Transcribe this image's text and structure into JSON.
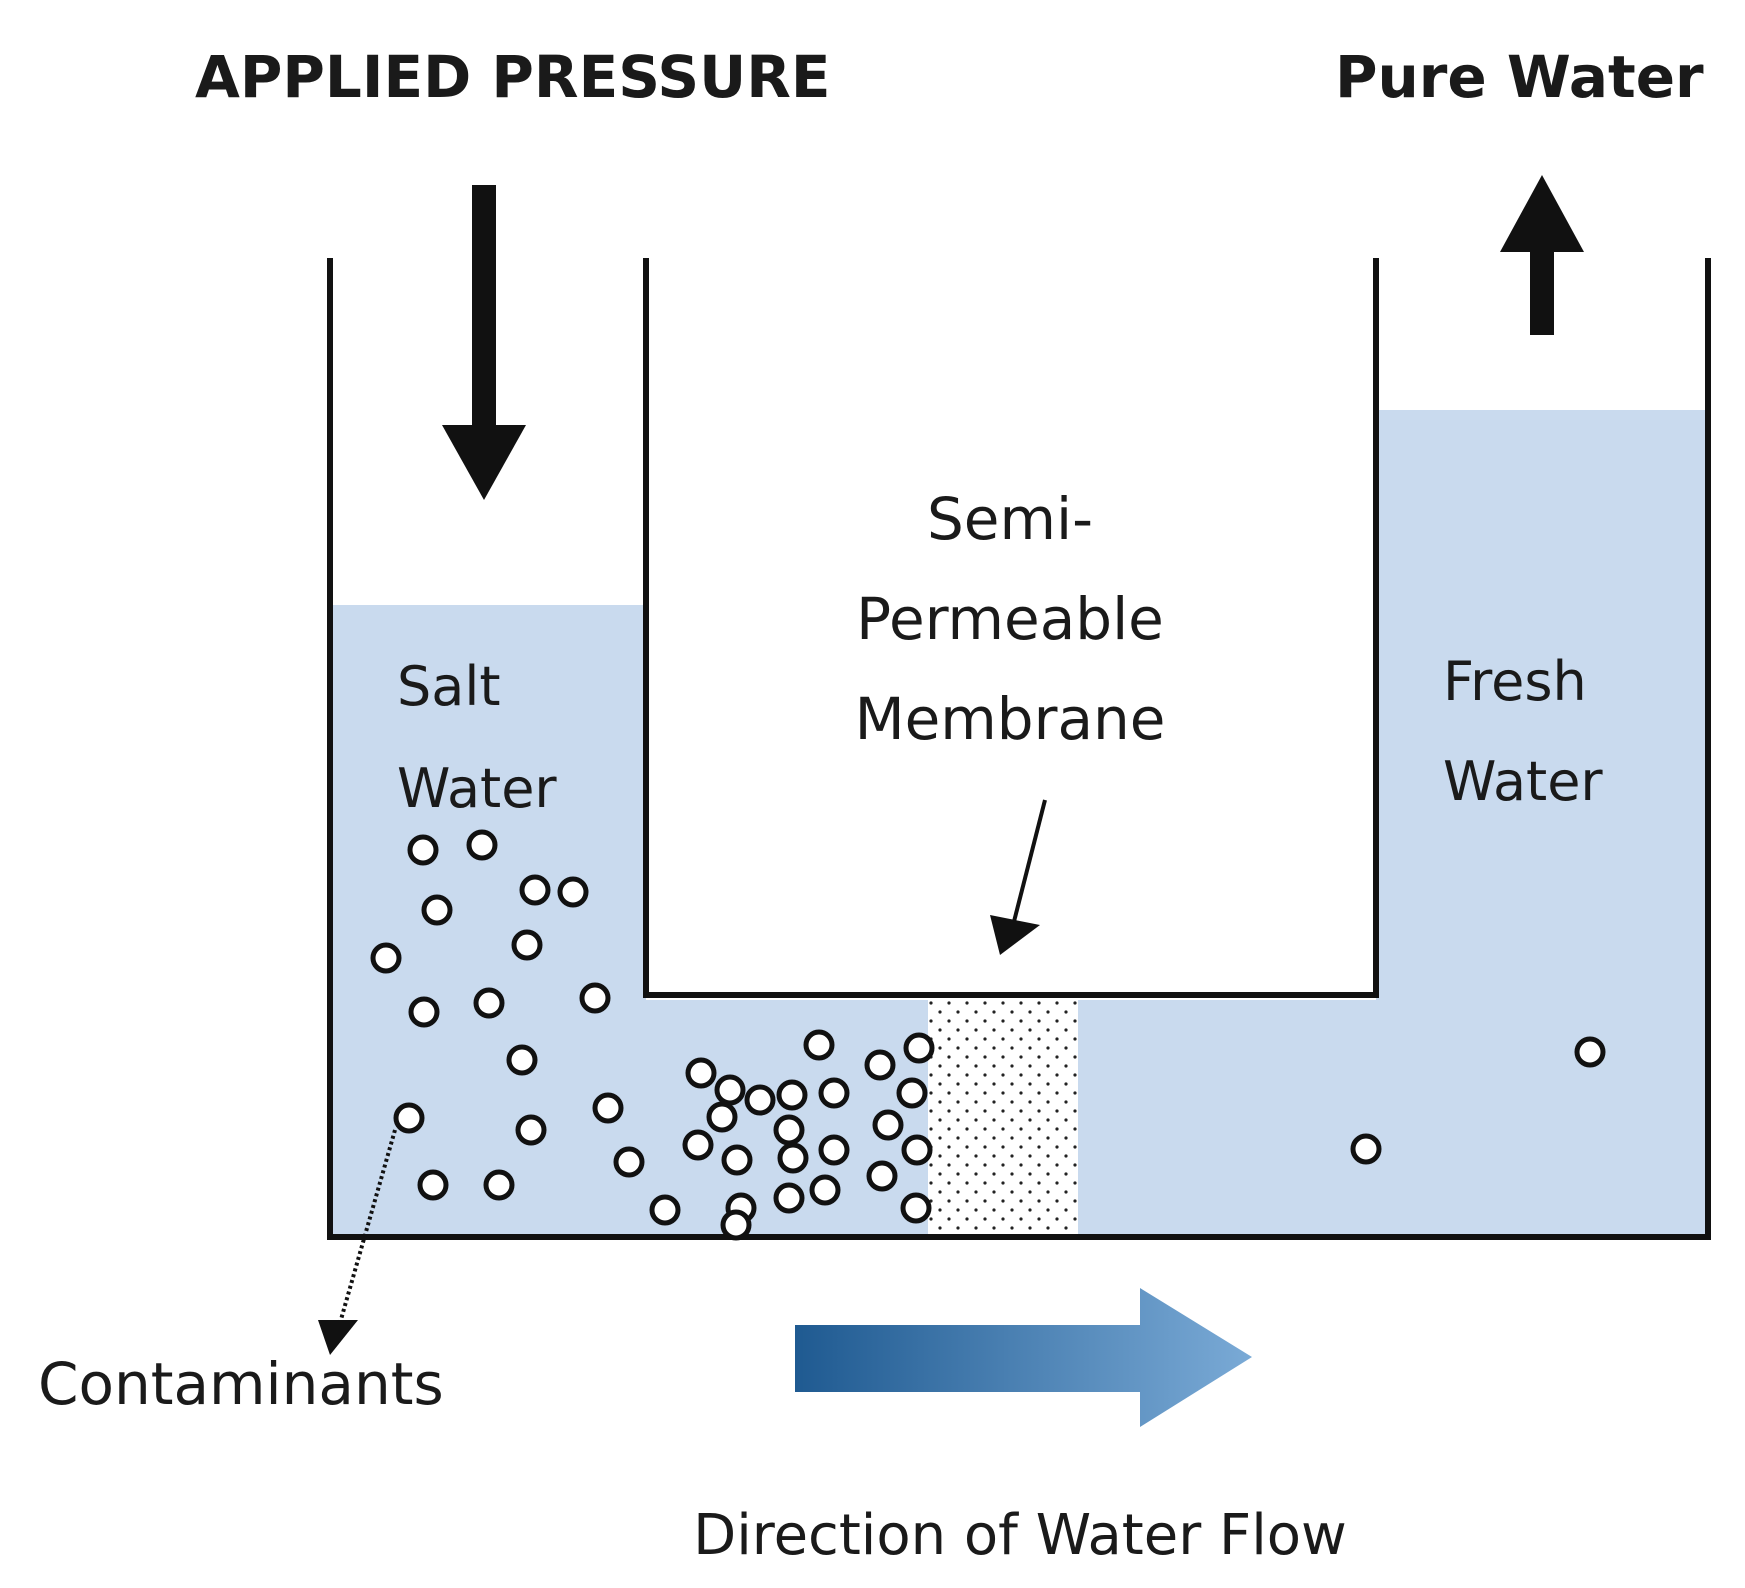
{
  "labels": {
    "applied_pressure": "APPLIED PRESSURE",
    "pure_water": "Pure Water",
    "salt_line1": "Salt",
    "salt_line2": "Water",
    "membrane_line1": "Semi-",
    "membrane_line2": "Permeable",
    "membrane_line3": "Membrane",
    "fresh_line1": "Fresh",
    "fresh_line2": "Water",
    "contaminants": "Contaminants",
    "flow": "Direction of Water Flow"
  },
  "colors": {
    "water": "#c9daee",
    "outline": "#111111",
    "flow_arrow_dark": "#1f5a91",
    "flow_arrow_light": "#7aaad6"
  }
}
